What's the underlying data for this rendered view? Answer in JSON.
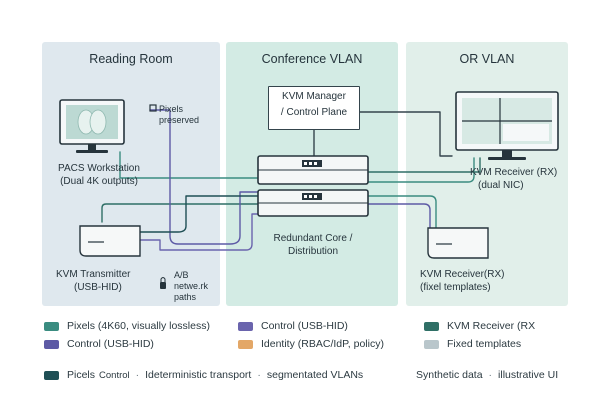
{
  "colors": {
    "reading_room_bg": "#dfe8ee",
    "conference_bg": "#d3ebe4",
    "or_bg": "#e1efea",
    "pixels": "#3a8c80",
    "control": "#5d5aa5",
    "identity": "#e3a767",
    "kvm_receiver": "#2f6f66",
    "fixed_templates": "#b9c6cb",
    "dark_teal": "#1f4f55"
  },
  "zones": {
    "reading_room": {
      "title": "Reading Room"
    },
    "conference": {
      "title": "Conference VLAN"
    },
    "or": {
      "title": "OR VLAN"
    }
  },
  "nodes": {
    "pacs": {
      "label_line1": "PACS Workstation",
      "label_line2": "(Dual 4K outputs)",
      "icon": "monitor-icon"
    },
    "pixels_note": {
      "line1": "Pixels",
      "line2": "preserved",
      "icon": "lock-icon"
    },
    "kvm_tx": {
      "label_line1": "KVM Transmitter",
      "label_line2": "(USB-HID)",
      "icon": "kvm-device-icon"
    },
    "ab_note": {
      "line1": "A/B",
      "line2": "netwe.rk",
      "line3": "paths",
      "icon": "lock-icon"
    },
    "manager": {
      "line1": "KVM Manager",
      "line2": "/ Control Plane"
    },
    "core": {
      "label_line1": "Redundant Core /",
      "label_line2": "Distribution",
      "icon": "network-switch-icon"
    },
    "rx_top": {
      "label_line1": "KVM Receiver (RX)",
      "label_line2": "(dual NIC)",
      "icon": "monitor-icon"
    },
    "rx_bottom": {
      "label_line1": "KVM Receiver(RX)",
      "label_line2": "(fixel templates)",
      "icon": "kvm-device-icon"
    }
  },
  "legend": [
    {
      "label": "Pixels (4K60, visually lossless)",
      "color": "#3a8c80"
    },
    {
      "label": "Control (USB-HID)",
      "color": "#5d5aa5"
    },
    {
      "label": "Control (USB-HID)",
      "color": "#6a64ad"
    },
    {
      "label": "Identity (RBAC/IdP, policy)",
      "color": "#e3a767"
    },
    {
      "label": "KVM Receiver (RX",
      "color": "#2f6f66"
    },
    {
      "label": "Fixed templates",
      "color": "#b9c6cb"
    }
  ],
  "footer": {
    "items": [
      "Picels",
      "Control",
      "Ideterministic transport",
      "segmentated VLANs"
    ],
    "separator": "·",
    "right_items": [
      "Synthetic data",
      "illustrative UI"
    ],
    "swatch_color": "#1f4f55"
  }
}
